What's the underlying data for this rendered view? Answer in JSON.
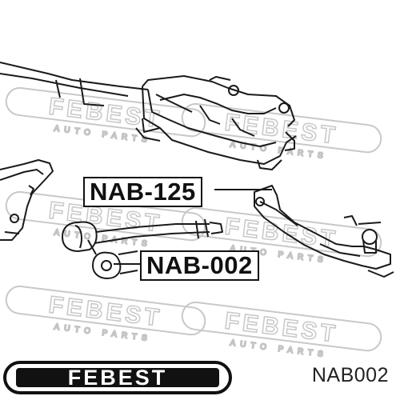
{
  "diagram": {
    "watermark": {
      "brand": "FEBEST",
      "tagline": "AUTO PARTS"
    },
    "callouts": [
      {
        "id": "nab125",
        "text": "NAB-125"
      },
      {
        "id": "nab002",
        "text": "NAB-002"
      }
    ]
  },
  "footer": {
    "logo_text": "FEBEST",
    "part_code": "NAB002"
  },
  "colors": {
    "line": "#1a1a1a",
    "watermark": "#c8c8c8",
    "background": "#ffffff"
  }
}
